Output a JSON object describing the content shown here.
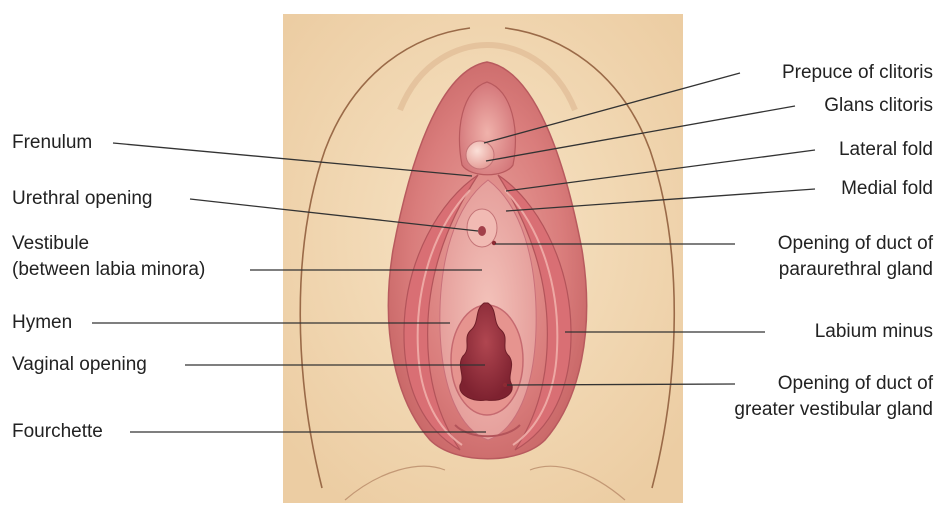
{
  "labels_left": [
    {
      "id": "frenulum",
      "text": "Frenulum"
    },
    {
      "id": "urethral-opening",
      "text": "Urethral opening"
    },
    {
      "id": "vestibule",
      "text": "Vestibule"
    },
    {
      "id": "vestibule-sub",
      "text": "(between labia minora)"
    },
    {
      "id": "hymen",
      "text": "Hymen"
    },
    {
      "id": "vaginal-opening",
      "text": "Vaginal opening"
    },
    {
      "id": "fourchette",
      "text": "Fourchette"
    }
  ],
  "labels_right": [
    {
      "id": "prepuce-of-clitoris",
      "text": "Prepuce of clitoris"
    },
    {
      "id": "glans-clitoris",
      "text": "Glans clitoris"
    },
    {
      "id": "lateral-fold",
      "text": "Lateral fold"
    },
    {
      "id": "medial-fold",
      "text": "Medial fold"
    },
    {
      "id": "paraurethral-duct-1",
      "text": "Opening of duct of"
    },
    {
      "id": "paraurethral-duct-2",
      "text": "paraurethral gland"
    },
    {
      "id": "labium-minus",
      "text": "Labium minus"
    },
    {
      "id": "vestibular-duct-1",
      "text": "Opening of duct of"
    },
    {
      "id": "vestibular-duct-2",
      "text": "greater vestibular gland"
    }
  ],
  "colors": {
    "background": "#f4dcb6",
    "skin_line": "#9a6a48",
    "labia_outer": "#dd8080",
    "labia_inner": "#c55a5e",
    "vestibule": "#eaa4a0",
    "vaginal_opening": "#8c2a33",
    "leader_line": "#333333",
    "label_text": "#222222"
  }
}
